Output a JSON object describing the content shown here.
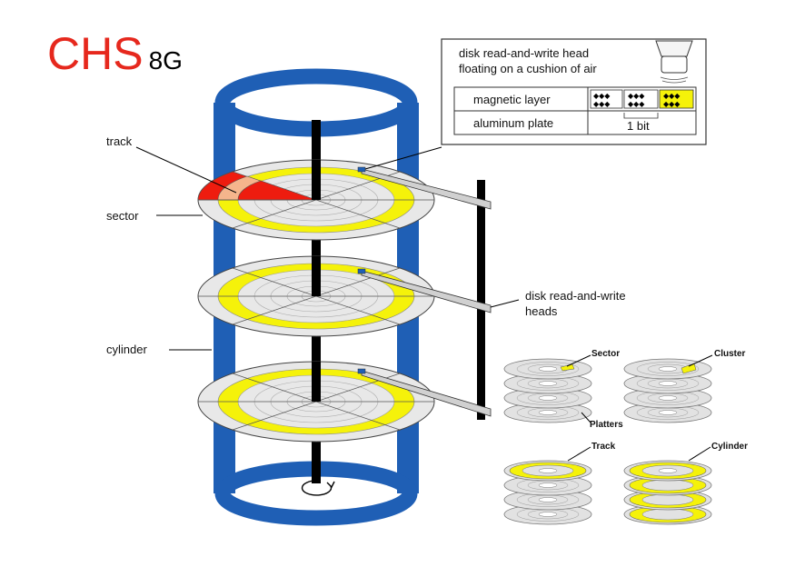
{
  "title": {
    "main": "CHS",
    "sub": "8G"
  },
  "labels": {
    "track": "track",
    "sector": "sector",
    "cylinder": "cylinder",
    "heads_line1": "disk read-and-write",
    "heads_line2": "heads"
  },
  "inset": {
    "head_line1": "disk read-and-write head",
    "head_line2": "floating on a cushion of air",
    "magnetic_layer": "magnetic layer",
    "aluminum_plate": "aluminum plate",
    "bit": "1 bit"
  },
  "mini": {
    "sector": "Sector",
    "cluster": "Cluster",
    "platters": "Platters",
    "track": "Track",
    "cylinder": "Cylinder"
  },
  "colors": {
    "title_red": "#e6281d",
    "cylinder_blue": "#1f5fb5",
    "track_yellow": "#f5f20a",
    "sector_red": "#ee1c0f",
    "sector_peach": "#f5b58c",
    "platter_gray": "#e8e8e8"
  }
}
